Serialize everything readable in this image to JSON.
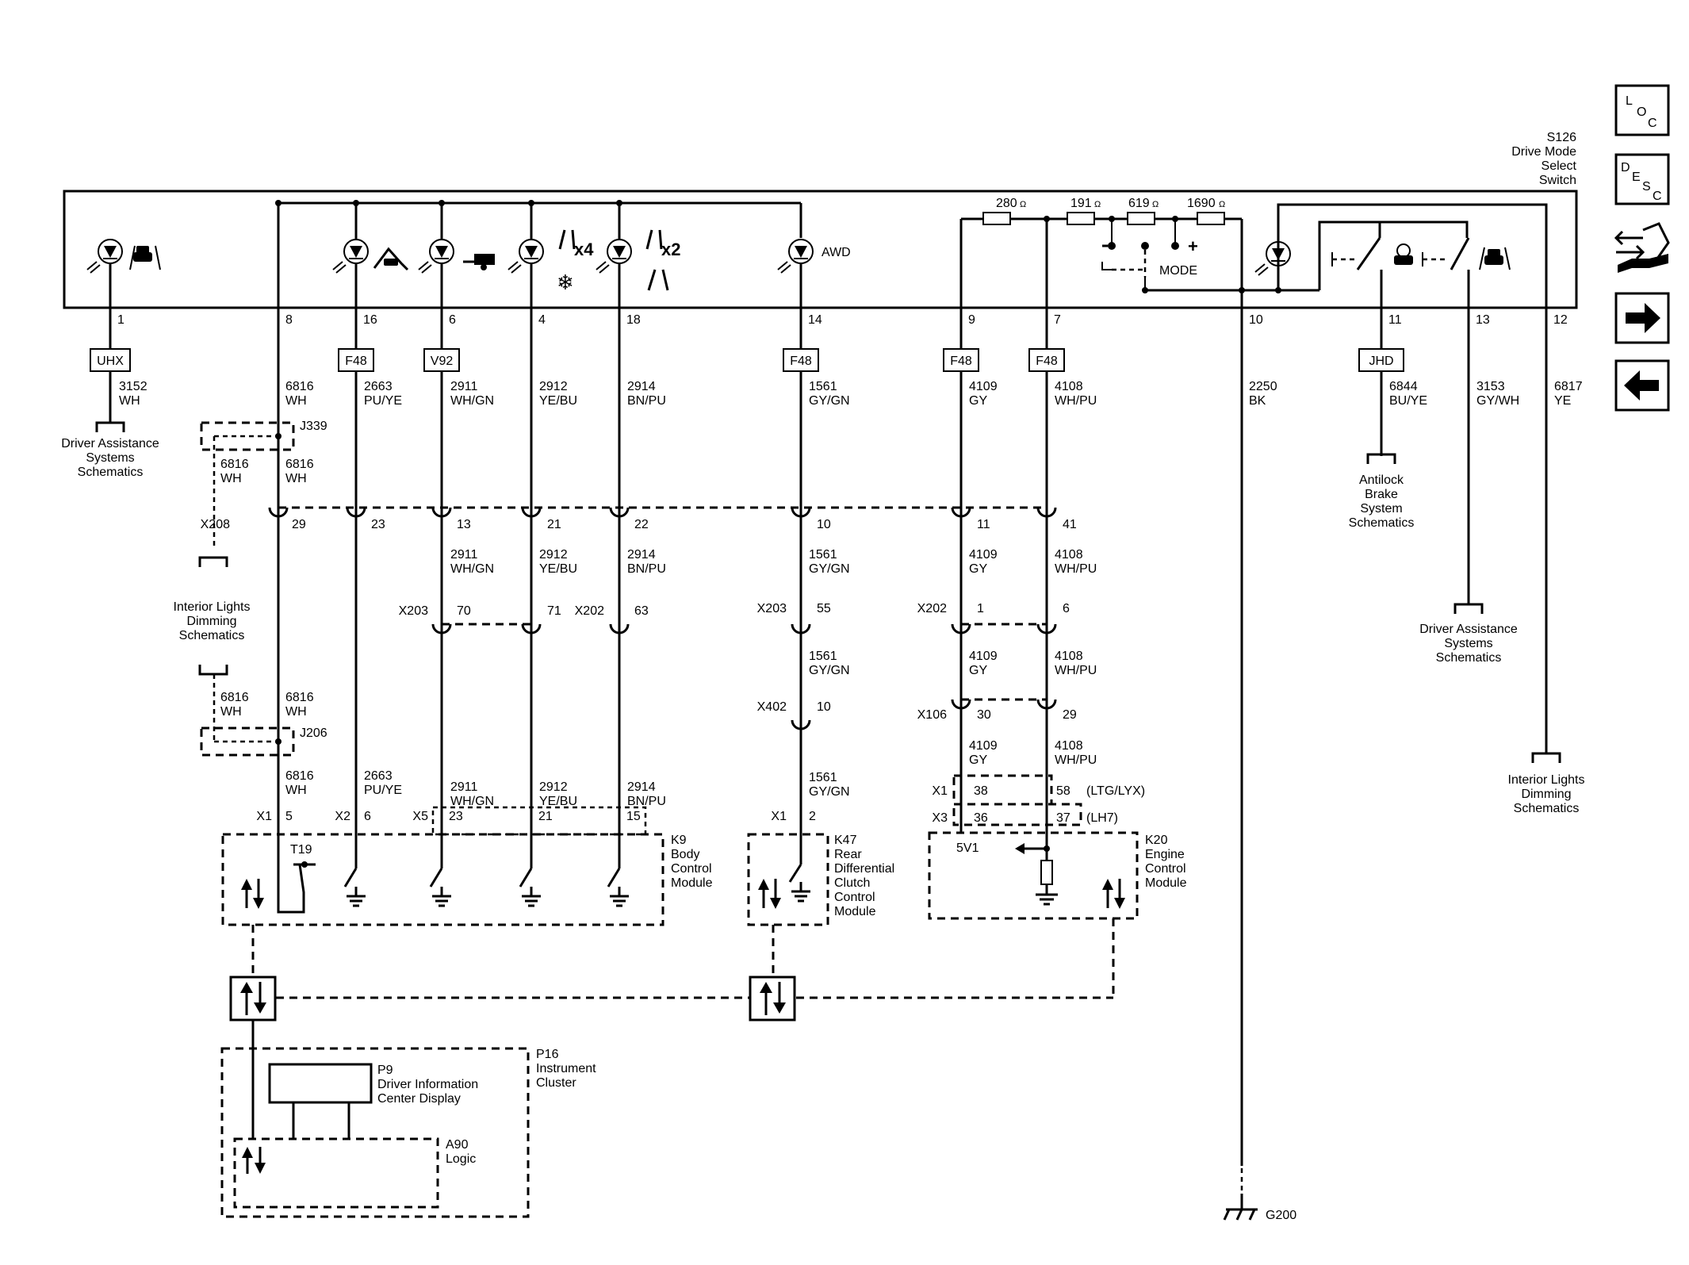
{
  "component": {
    "ref": "S126",
    "name_lines": [
      "Drive Mode",
      "Select",
      "Switch"
    ],
    "mode_label": "MODE",
    "awd_label": "AWD",
    "x4_label": "x4",
    "x2_label": "x2",
    "resistors": [
      "280",
      "191",
      "619",
      "1690"
    ],
    "ohm": "Ω",
    "plus": "+"
  },
  "pins": [
    "1",
    "8",
    "16",
    "6",
    "4",
    "18",
    "14",
    "9",
    "7",
    "10",
    "11",
    "13",
    "12"
  ],
  "fuses": [
    "UHX",
    "F48",
    "V92",
    "F48",
    "F48",
    "F48",
    "JHD"
  ],
  "circuits": [
    {
      "num": "3152",
      "color": "WH"
    },
    {
      "num": "6816",
      "color": "WH"
    },
    {
      "num": "2663",
      "color": "PU/YE"
    },
    {
      "num": "2911",
      "color": "WH/GN"
    },
    {
      "num": "2912",
      "color": "YE/BU"
    },
    {
      "num": "2914",
      "color": "BN/PU"
    },
    {
      "num": "1561",
      "color": "GY/GN"
    },
    {
      "num": "4109",
      "color": "GY"
    },
    {
      "num": "4108",
      "color": "WH/PU"
    },
    {
      "num": "2250",
      "color": "BK"
    },
    {
      "num": "6844",
      "color": "BU/YE"
    },
    {
      "num": "3153",
      "color": "GY/WH"
    },
    {
      "num": "6817",
      "color": "YE"
    }
  ],
  "splices": [
    "J339",
    "J206"
  ],
  "connectors": {
    "X208": {
      "name": "X208",
      "pins": [
        "29",
        "23",
        "13",
        "21",
        "22",
        "10",
        "11",
        "41"
      ]
    },
    "X203": {
      "name": "X203",
      "pins": [
        "70",
        "71",
        "55"
      ]
    },
    "X202": {
      "name": "X202",
      "pins": [
        "63",
        "1",
        "6"
      ]
    },
    "X402": {
      "name": "X402",
      "pins": [
        "10"
      ]
    },
    "X106": {
      "name": "X106",
      "pins": [
        "30",
        "29"
      ]
    }
  },
  "engine_variants": {
    "x1": "X1",
    "x3": "X3",
    "p38": "38",
    "p58": "58",
    "p36": "36",
    "p37": "37",
    "ltg": "(LTG/LYX)",
    "lh7": "(LH7)",
    "v5": "5V1"
  },
  "bcm": {
    "ref": "K9",
    "name_lines": [
      "Body",
      "Control",
      "Module"
    ],
    "conn": [
      {
        "name": "X1",
        "pin": "5"
      },
      {
        "name": "X2",
        "pin": "6"
      },
      {
        "name": "X5",
        "pin": "23"
      }
    ],
    "pins": [
      "21",
      "15"
    ],
    "t19": "T19"
  },
  "rdccm": {
    "ref": "K47",
    "name_lines": [
      "Rear",
      "Differential",
      "Clutch",
      "Control",
      "Module"
    ],
    "conn": "X1",
    "pin": "2"
  },
  "ecm": {
    "ref": "K20",
    "name_lines": [
      "Engine",
      "Control",
      "Module"
    ]
  },
  "ipc": {
    "ref": "P16",
    "name_lines": [
      "Instrument",
      "Cluster"
    ]
  },
  "dic": {
    "ref": "P9",
    "name_lines": [
      "Driver Information",
      "Center Display"
    ]
  },
  "logic": {
    "ref": "A90",
    "name": "Logic"
  },
  "ground": "G200",
  "references": {
    "das_left": [
      "Driver Assistance",
      "Systems",
      "Schematics"
    ],
    "ild_left": [
      "Interior Lights",
      "Dimming",
      "Schematics"
    ],
    "abs": [
      "Antilock",
      "Brake",
      "System",
      "Schematics"
    ],
    "das_right": [
      "Driver Assistance",
      "Systems",
      "Schematics"
    ],
    "ild_right": [
      "Interior Lights",
      "Dimming",
      "Schematics"
    ]
  },
  "nav": {
    "loc": [
      "L",
      "O",
      "C"
    ],
    "desc": [
      "D",
      "E",
      "S",
      "C"
    ]
  }
}
